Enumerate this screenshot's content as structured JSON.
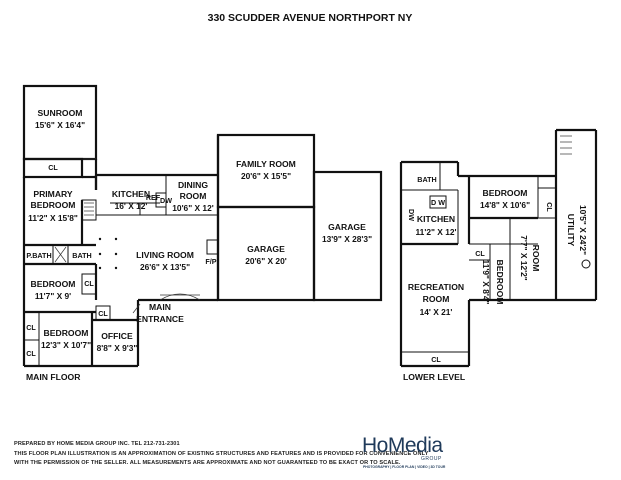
{
  "title": "330 SCUDDER AVENUE NORTHPORT NY",
  "levels": {
    "main": "MAIN FLOOR",
    "lower": "LOWER LEVEL"
  },
  "main_floor": {
    "sunroom": {
      "name": "SUNROOM",
      "dim": "15'6\" X 16'4\""
    },
    "cl_primary": "CL",
    "primary": {
      "name1": "PRIMARY",
      "name2": "BEDROOM",
      "dim": "11'2\" X 15'8\""
    },
    "kitchen": {
      "name": "KITCHEN",
      "dim": "16' X 12'"
    },
    "dw": "DW",
    "ref": "REF",
    "dining": {
      "name1": "DINING",
      "name2": "ROOM",
      "dim": "10'6\" X 12'"
    },
    "family": {
      "name": "FAMILY ROOM",
      "dim": "20'6\" X 15'5\""
    },
    "garage1": {
      "name": "GARAGE",
      "dim": "20'6\" X 20'"
    },
    "garage2": {
      "name": "GARAGE",
      "dim": "13'9\" X 28'3\""
    },
    "living": {
      "name": "LIVING ROOM",
      "dim": "26'6\" X 13'5\""
    },
    "fp": "F/P",
    "pbath": "P.BATH",
    "bath": "BATH",
    "bedroom2": {
      "name": "BEDROOM",
      "dim": "11'7\" X 9'"
    },
    "cl2": "CL",
    "cl3": "CL",
    "cl4": "CL",
    "cl5": "CL",
    "bedroom3": {
      "name": "BEDROOM",
      "dim": "12'3\" X 10'7\""
    },
    "office": {
      "name": "OFFICE",
      "dim": "8'8\" X 9'3\""
    },
    "entrance": {
      "name1": "MAIN",
      "name2": "ENTRANCE"
    }
  },
  "lower_level": {
    "bath": "BATH",
    "dw": "DW",
    "dw2": "D W",
    "kitchen": {
      "name": "KITCHEN",
      "dim": "11'2\" X 12'"
    },
    "bedroom1": {
      "name": "BEDROOM",
      "dim": "14'8\" X 10'6\""
    },
    "cl1": "CL",
    "utility": {
      "name": "UTILITY",
      "dim": "10'5\" X 24'2\""
    },
    "room": {
      "name": "ROOM",
      "dim": "7'7\" X 12'2\""
    },
    "cl2": "CL",
    "bedroom2": {
      "name": "BEDROOM",
      "dim": "11'9\" X 8'4\""
    },
    "recreation": {
      "name1": "RECREATION",
      "name2": "ROOM",
      "dim": "14' X 21'"
    },
    "cl3": "CL"
  },
  "disclaimer": {
    "line1": "PREPARED  BY  HOME MEDIA GROUP INC.  TEL 212-731-2301",
    "line2": "THIS FLOOR PLAN ILLUSTRATION IS AN APPROXIMATION OF EXISTING STRUCTURES AND FEATURES AND IS PROVIDED FOR CONVENIENCE ONLY",
    "line3": "WITH THE PERMISSION OF THE SELLER. ALL MEASUREMENTS ARE APPROXIMATE AND NOT GUARANTEED TO BE EXACT OR TO SCALE."
  },
  "logo": {
    "text": "HoMedia",
    "group": "GROUP",
    "tagline": "PHOTOGRAPHY | FLOOR PLAN | VIDEO | 3D TOUR",
    "color": "#1f3a5a"
  }
}
